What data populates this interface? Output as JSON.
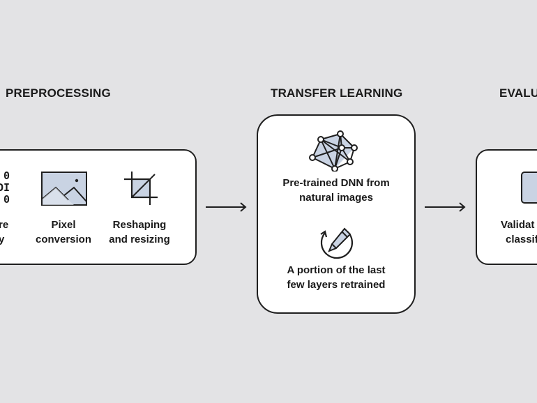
{
  "stages": [
    {
      "title": "PREPROCESSING"
    },
    {
      "title": "TRANSFER LEARNING"
    },
    {
      "title": "EVALU"
    }
  ],
  "preprocessing": {
    "bits_icon_text": "0\nDI\n0",
    "items": [
      {
        "line1": "re",
        "line2": "y",
        "icon": "binary-data-icon"
      },
      {
        "line1": "Pixel",
        "line2": "conversion",
        "icon": "image-icon"
      },
      {
        "line1": "Reshaping",
        "line2": "and resizing",
        "icon": "crop-icon"
      }
    ]
  },
  "transfer_learning": {
    "items": [
      {
        "line1": "Pre-trained DNN from",
        "line2": "natural images",
        "icon": "neural-network-icon"
      },
      {
        "line1": "A portion of the last",
        "line2": "few layers retrained",
        "icon": "retrain-pencil-icon"
      }
    ]
  },
  "evaluation": {
    "items": [
      {
        "line1": "Validat",
        "line2": "classif",
        "icon": "laptop-icon"
      }
    ]
  },
  "colors": {
    "background": "#e3e3e5",
    "box_fill": "#ffffff",
    "stroke": "#1f1f1f",
    "image_fill": "#c9d3e3"
  }
}
